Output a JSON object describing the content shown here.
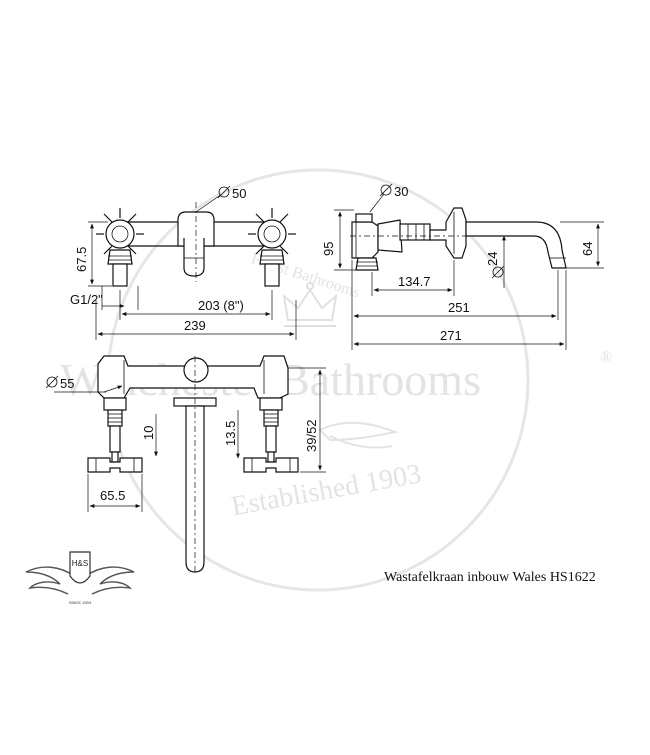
{
  "watermark": {
    "brand": "Winchester Bathrooms",
    "registered": "®",
    "established": "Established 1903",
    "arc_text": "Finest Bathrooms"
  },
  "logo": {
    "initials": "H&S",
    "since": "SINCE 1903"
  },
  "caption": "Wastafelkraan inbouw Wales HS1622",
  "dims": {
    "dia_50": "50",
    "dia_30": "30",
    "dia_24": "24",
    "dia_55": "55",
    "h_67_5": "67.5",
    "h_95": "95",
    "h_64": "64",
    "thread": "G1/2\"",
    "w_203": "203 (8\")",
    "w_239": "239",
    "w_134_7": "134.7",
    "w_251": "251",
    "w_271": "271",
    "v_10": "10",
    "v_13_5": "13.5",
    "v_39_52": "39/52",
    "w_65_5": "65.5"
  }
}
